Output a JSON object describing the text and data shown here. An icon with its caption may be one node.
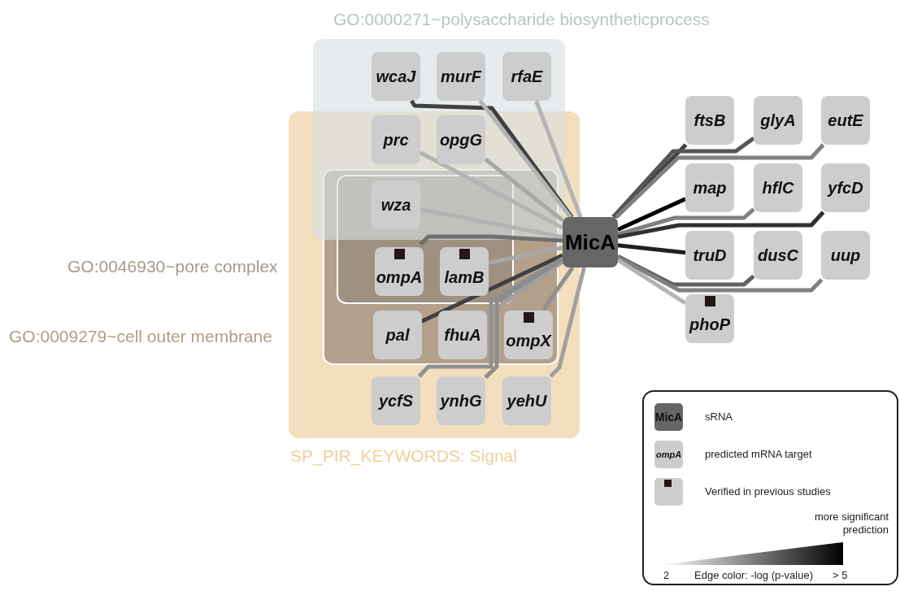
{
  "diagram": {
    "nodes": [
      {
        "text": [
          "GO:0000271~polysaccharide biosyntheticprocess"
        ]
      },
      {
        "text": [
          "SP_PIR_KEYWORDS: Signal"
        ]
      },
      {
        "text": [
          "GO:0009279~cell outer membrane"
        ],
        "in": 1
      },
      {
        "text": [
          "GO:0046930~pore complex"
        ],
        "in": 2
      },
      {
        "text": [
          "MicA"
        ]
      },
      {
        "text": [
          "wcaJ"
        ],
        "in": 0
      },
      {
        "text": [
          "murF"
        ],
        "in": 0
      },
      {
        "text": [
          "rfaE"
        ],
        "in": 0
      },
      {
        "text": [
          "prc"
        ]
      },
      {
        "text": [
          "opgG"
        ]
      },
      {
        "text": [
          "wza"
        ]
      },
      {
        "text": [
          "ompA"
        ],
        "in": 3
      },
      {
        "text": [
          "lamB"
        ],
        "in": 3
      },
      {
        "text": [
          "pal"
        ],
        "in": 2
      },
      {
        "text": [
          "fhuA"
        ],
        "in": 2
      },
      {
        "text": [
          "ompX"
        ],
        "in": 2
      },
      {
        "text": [
          "ycfS"
        ],
        "in": 1
      },
      {
        "text": [
          "ynhG"
        ],
        "in": 1
      },
      {
        "text": [
          "yehU"
        ],
        "in": 1
      },
      {
        "text": [
          "ftsB"
        ]
      },
      {
        "text": [
          "glyA"
        ]
      },
      {
        "text": [
          "eutE"
        ]
      },
      {
        "text": [
          "map"
        ]
      },
      {
        "text": [
          "hflC"
        ]
      },
      {
        "text": [
          "yfcD"
        ]
      },
      {
        "text": [
          "truD"
        ]
      },
      {
        "text": [
          "dusC"
        ]
      },
      {
        "text": [
          "uup"
        ]
      },
      {
        "text": [
          "phoP"
        ]
      }
    ],
    "edges": [
      {
        "from": 4,
        "to": 5,
        "arrow": "none",
        "color": "#404040"
      },
      {
        "from": 4,
        "to": 6,
        "arrow": "none",
        "color": "#b4b4b4"
      },
      {
        "from": 4,
        "to": 7,
        "arrow": "none",
        "color": "#b4b4b4"
      },
      {
        "from": 4,
        "to": 8,
        "arrow": "none",
        "color": "#b4b4b4"
      },
      {
        "from": 4,
        "to": 9,
        "arrow": "none",
        "color": "#a8a8a8"
      },
      {
        "from": 4,
        "to": 10,
        "arrow": "none",
        "color": "#b4b4b4"
      },
      {
        "from": 4,
        "to": 11,
        "arrow": "none",
        "color": "#707070"
      },
      {
        "from": 4,
        "to": 12,
        "arrow": "none",
        "color": "#a8a8a8"
      },
      {
        "from": 4,
        "to": 13,
        "arrow": "none",
        "color": "#404040"
      },
      {
        "from": 4,
        "to": 14,
        "arrow": "none",
        "color": "#a0a0a0"
      },
      {
        "from": 4,
        "to": 15,
        "arrow": "none",
        "color": "#909090"
      },
      {
        "from": 4,
        "to": 16,
        "arrow": "none",
        "color": "#909090"
      },
      {
        "from": 4,
        "to": 17,
        "arrow": "none",
        "color": "#8c8c8c"
      },
      {
        "from": 4,
        "to": 18,
        "arrow": "none",
        "color": "#a0a0a0"
      },
      {
        "from": 4,
        "to": 19,
        "arrow": "none",
        "color": "#404040"
      },
      {
        "from": 4,
        "to": 20,
        "arrow": "none",
        "color": "#555555"
      },
      {
        "from": 4,
        "to": 21,
        "arrow": "none",
        "color": "#808080"
      },
      {
        "from": 4,
        "to": 22,
        "arrow": "none",
        "color": "#000000"
      },
      {
        "from": 4,
        "to": 23,
        "arrow": "none",
        "color": "#808080"
      },
      {
        "from": 4,
        "to": 24,
        "arrow": "none",
        "color": "#303030"
      },
      {
        "from": 4,
        "to": 25,
        "arrow": "none",
        "color": "#202020"
      },
      {
        "from": 4,
        "to": 26,
        "arrow": "none",
        "color": "#606060"
      },
      {
        "from": 4,
        "to": 27,
        "arrow": "none",
        "color": "#808080"
      },
      {
        "from": 4,
        "to": 28,
        "arrow": "none",
        "color": "#b4b4b4"
      }
    ],
    "labels": [
      "MicA",
      "ompA",
      "more significant prediction",
      "2",
      "Edge color: -log (p-value)",
      "> 5"
    ],
    "legend": [
      {
        "text": "sRNA"
      },
      {
        "text": "predicted mRNA target"
      },
      {
        "text": "Verified in previous studies"
      }
    ]
  }
}
